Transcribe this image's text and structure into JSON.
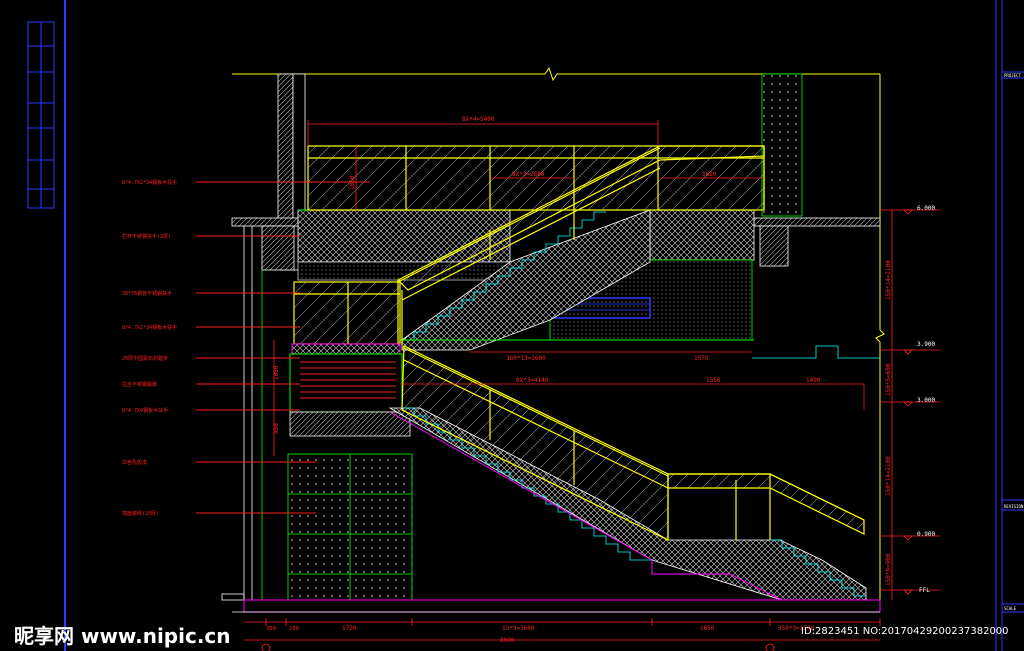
{
  "colors": {
    "background": "#000000",
    "frame": "#2a3bff",
    "wall": "#ffffff",
    "railing": "#ffff00",
    "dimension": "#ff2020",
    "green": "#00ff00",
    "magenta": "#ff00ff",
    "cyan": "#00ffff"
  },
  "dimensions": {
    "top_total": "8X*4=5400",
    "upper_rail_run": "8X*3=2600",
    "upper_right": "1620",
    "rail_height_a": "1050",
    "mid_run": "360*13=3600",
    "mid_right": "1570",
    "lower_run": "8X*3=4140",
    "lower_a": "1550",
    "lower_b": "1490",
    "vertical_a": "1050",
    "vertical_b": "850",
    "bottom_1": "350",
    "bottom_2": "200",
    "bottom_3": "1720",
    "bottom_4": "13*3=3600",
    "bottom_5": "1650",
    "bottom_6": "350*3=1500",
    "bottom_total": "8000",
    "right_1": "150*14=2100",
    "right_2": "150*5=600",
    "right_3": "150*14=2100",
    "right_4": "150*6=900"
  },
  "levels": [
    {
      "label": "6.000"
    },
    {
      "label": "3.900"
    },
    {
      "label": "3.000"
    },
    {
      "label": "0.900"
    },
    {
      "label": "FFL"
    }
  ],
  "annotations": [
    {
      "label": "8*4.7X2*34钢板木扶手"
    },
    {
      "label": "栏杆不锈钢扶手(2层)"
    },
    {
      "label": "38*76钢管不锈钢扶手"
    },
    {
      "label": "8*4.7X2*34钢板木扶手"
    },
    {
      "label": "20厚中国黑石材踏步"
    },
    {
      "label": "拉丝不锈钢踢脚"
    },
    {
      "label": "8*4.7X4钢板木扶手"
    },
    {
      "label": "白色乳胶漆"
    },
    {
      "label": "墙面瓷砖(20厚)"
    }
  ],
  "title_block": {
    "labels": [
      "PROJECT",
      "REVISION",
      "SCALE"
    ]
  },
  "watermark": {
    "logo": "昵享网 www.nipic.cn",
    "id": "ID:2823451 NO:20170429200237382000"
  }
}
